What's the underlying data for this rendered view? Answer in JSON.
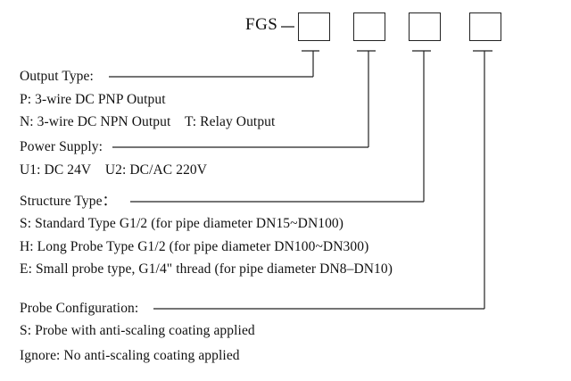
{
  "model_code": {
    "prefix": "FGS",
    "separator": "—",
    "box_count": 4
  },
  "sections": [
    {
      "title": "Output Type:",
      "options": [
        "P: 3-wire DC PNP Output",
        "N: 3-wire DC NPN Output    T: Relay Output"
      ]
    },
    {
      "title": "Power Supply:",
      "options": [
        "U1: DC 24V    U2: DC/AC 220V"
      ]
    },
    {
      "title": "Structure Type：",
      "options": [
        "S: Standard Type G1/2 (for pipe diameter DN15~DN100)",
        "H: Long Probe Type G1/2 (for pipe diameter DN100~DN300)",
        "E: Small probe type, G1/4\" thread (for pipe diameter DN8–DN10)"
      ]
    },
    {
      "title": "Probe Configuration:",
      "options": [
        "S: Probe with anti-scaling coating applied",
        "Ignore: No anti-scaling coating applied"
      ]
    }
  ],
  "colors": {
    "line": "#222222",
    "text": "#111111"
  }
}
